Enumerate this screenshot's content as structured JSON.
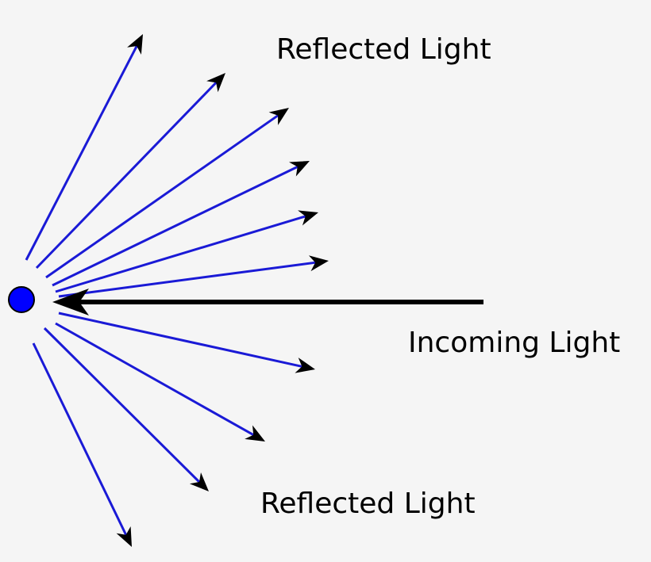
{
  "labels": {
    "reflected_top": "Reflected Light",
    "incoming": "Incoming Light",
    "reflected_bottom": "Reflected Light"
  },
  "colors": {
    "background": "#f5f5f5",
    "particle_fill": "#0000ff",
    "particle_stroke": "#000000",
    "reflected_ray": "#1a1ad6",
    "incoming_ray": "#000000",
    "arrowhead": "#000000"
  },
  "ray_counts": {
    "reflected": 10,
    "incoming": 1
  }
}
